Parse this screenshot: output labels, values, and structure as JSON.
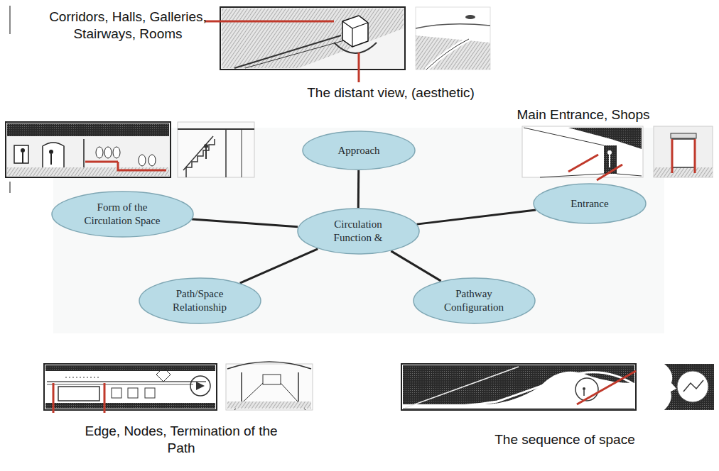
{
  "diagram": {
    "nodes": [
      {
        "text": [
          "Approach"
        ]
      },
      {
        "text": [
          "Form of the Circulation Space"
        ]
      },
      {
        "text": [
          "Circulation Function &"
        ]
      },
      {
        "text": [
          "Entrance"
        ]
      },
      {
        "text": [
          "Path/Space Relationship"
        ]
      },
      {
        "text": [
          "Pathway Configuration"
        ]
      }
    ],
    "edges": [
      {
        "from": 2,
        "to": 0,
        "arrow": "none"
      },
      {
        "from": 2,
        "to": 1,
        "arrow": "none"
      },
      {
        "from": 2,
        "to": 3,
        "arrow": "none"
      },
      {
        "from": 2,
        "to": 4,
        "arrow": "none"
      },
      {
        "from": 2,
        "to": 5,
        "arrow": "none"
      }
    ],
    "labels": [
      "The distant view, (aesthetic)",
      "Corridors, Halls, Galleries, Stairways, Rooms",
      "Main Entrance, Shops",
      "Edge, Nodes, Termination of the Path",
      "The sequence of space"
    ]
  }
}
